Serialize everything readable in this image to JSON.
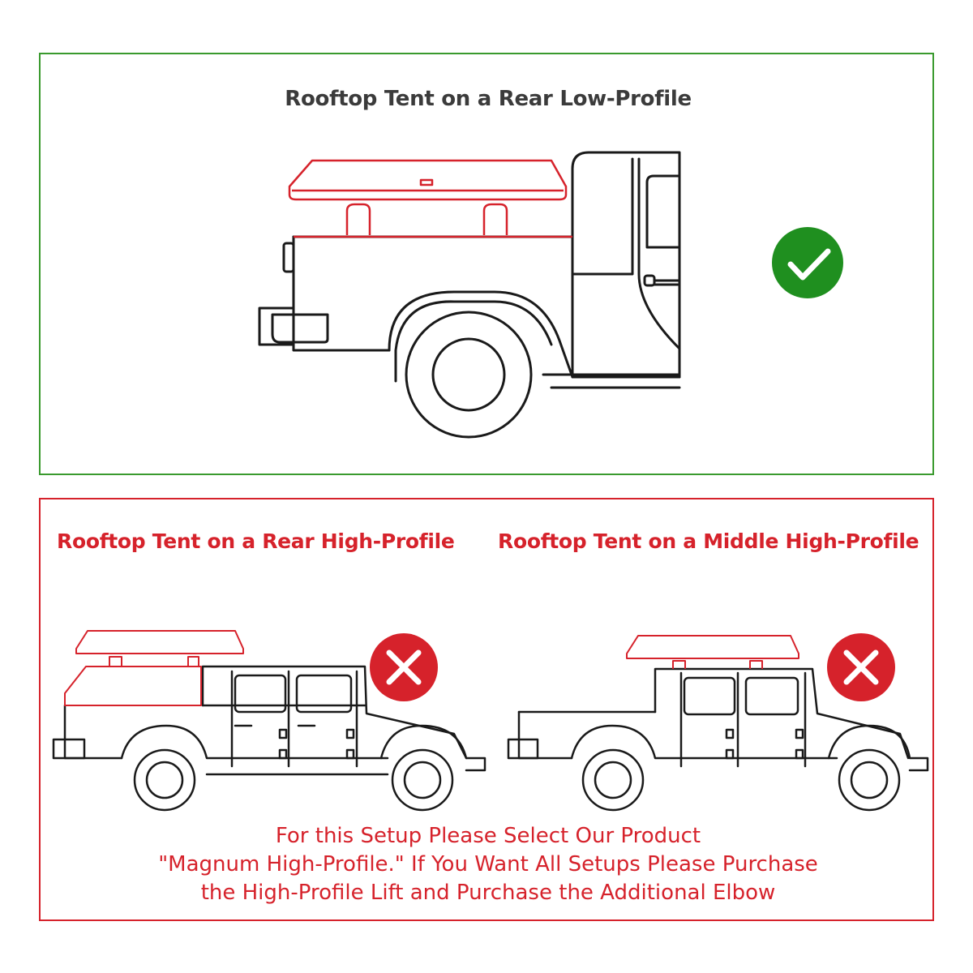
{
  "top_panel": {
    "title": "Rooftop Tent on a Rear Low-Profile",
    "status_icon": "check-circle-icon",
    "status_color": "#1f8f1f",
    "border_color": "#3a9a2e"
  },
  "bottom_panel": {
    "left_title": "Rooftop Tent on a Rear High-Profile",
    "right_title": "Rooftop Tent on a Middle High-Profile",
    "status_icon": "x-circle-icon",
    "status_color": "#d6222b",
    "border_color": "#d6222b",
    "notice_lines": [
      "For this Setup Please Select Our Product",
      "\"Magnum High-Profile.\" If You Want All Setups Please Purchase",
      "the High-Profile Lift and Purchase the Additional Elbow"
    ]
  }
}
